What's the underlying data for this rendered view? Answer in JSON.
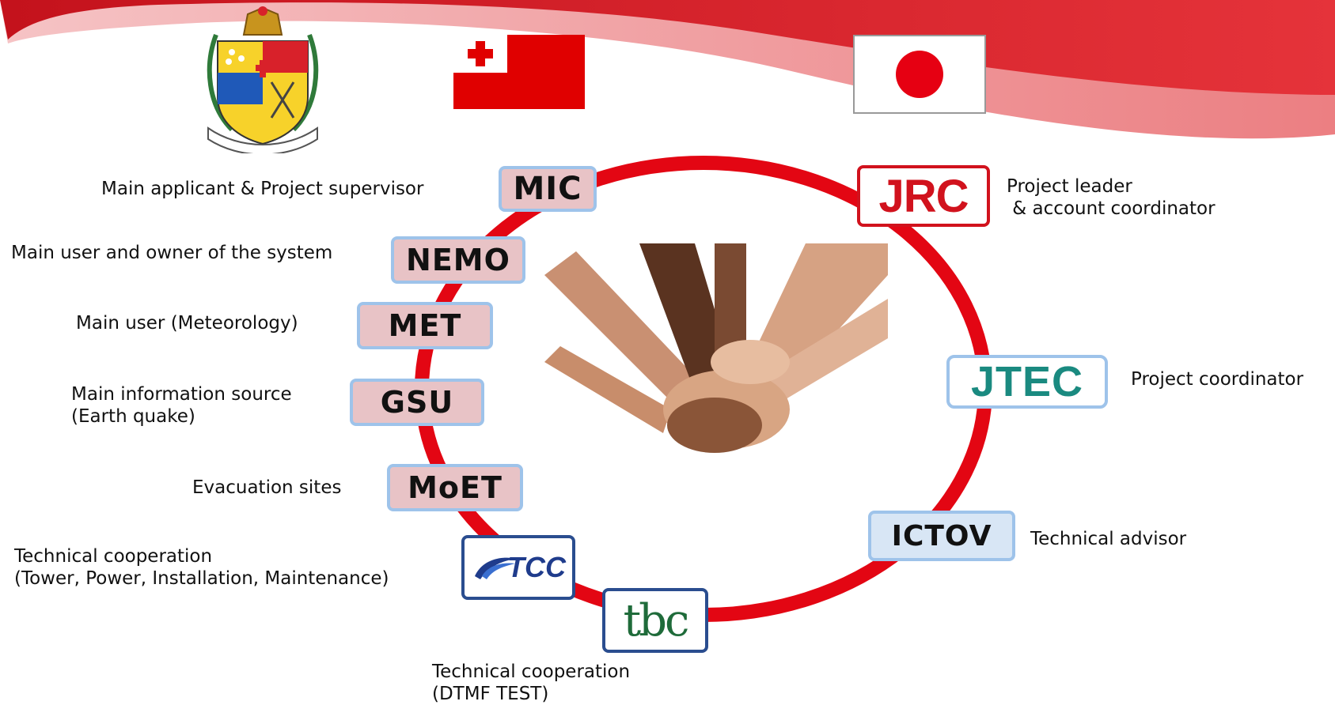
{
  "colors": {
    "ring": "#e30613",
    "box_fill": "#e8c3c6",
    "box_border": "#9ec3ea",
    "jrc_red": "#d1121d",
    "jtec_teal": "#1a8a80",
    "tbc_green": "#1f6b3a",
    "tcc_blue": "#1f3c8c"
  },
  "tonga_side": {
    "coat_of_arms_icon": "tonga-coat-of-arms",
    "flag_icon": "tonga-flag",
    "organizations": [
      {
        "abbr": "MIC",
        "role": "Main applicant & Project supervisor"
      },
      {
        "abbr": "NEMO",
        "role": "Main user and owner of the system"
      },
      {
        "abbr": "MET",
        "role": "Main user (Meteorology)"
      },
      {
        "abbr": "GSU",
        "role": "Main information source\n(Earth quake)"
      },
      {
        "abbr": "MoET",
        "role": "Evacuation sites"
      },
      {
        "abbr": "TCC",
        "role": "Technical cooperation\n(Tower, Power, Installation, Maintenance)"
      },
      {
        "abbr": "tbc",
        "role": "Technical cooperation\n(DTMF TEST)"
      }
    ]
  },
  "japan_side": {
    "flag_icon": "japan-flag",
    "organizations": [
      {
        "abbr": "JRC",
        "role": "Project leader\n & account coordinator"
      },
      {
        "abbr": "JTEC",
        "role": "Project coordinator"
      },
      {
        "abbr": "ICTOV",
        "role": "Technical advisor"
      }
    ]
  },
  "center_image_icon": "stacked-hands-photo"
}
